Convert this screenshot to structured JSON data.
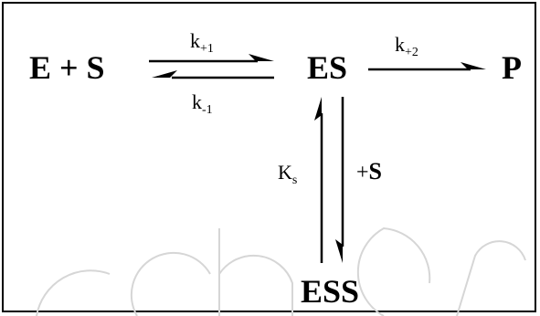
{
  "species": {
    "reactants": "E + S",
    "complex": "ES",
    "product": "P",
    "inhibited_complex": "ESS"
  },
  "rates": {
    "forward_1": {
      "base": "k",
      "sub": "+1"
    },
    "reverse_1": {
      "base": "k",
      "sub": "-1"
    },
    "forward_2": {
      "base": "k",
      "sub": "+2"
    },
    "dissociation": {
      "base": "K",
      "sub": "s"
    }
  },
  "substrate_addition": {
    "prefix": "+",
    "label": "S"
  },
  "watermark": {
    "name": "intechopen-watermark-logo"
  },
  "colors": {
    "text": "#000000",
    "border": "#000000",
    "watermark": "#d6d6d6"
  }
}
